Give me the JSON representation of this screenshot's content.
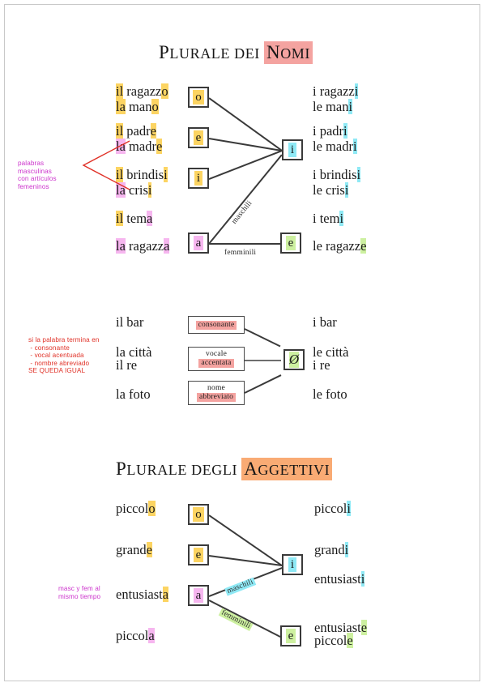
{
  "document": {
    "language": "Italian grammar worksheet with Spanish annotations"
  },
  "sections": [
    {
      "id": "nomi",
      "title": {
        "prefix": "Plurale dei ",
        "highlight": "Nomi",
        "highlight_color": "#f4a3a0"
      },
      "rows": [
        {
          "singular": [
            "il ragazzo",
            "la mano"
          ],
          "plural": [
            "i ragazzi",
            "le mani"
          ]
        },
        {
          "singular": [
            "il padre",
            "la madre"
          ],
          "plural": [
            "i padri",
            "le madri"
          ]
        },
        {
          "singular": [
            "il brindisi",
            "la crisi"
          ],
          "plural": [
            "i brindisi",
            "le crisi"
          ]
        },
        {
          "singular": [
            "il tema"
          ],
          "plural": [
            "i temi"
          ]
        },
        {
          "singular": [
            "la ragazza"
          ],
          "plural": [
            "le ragazze"
          ]
        }
      ],
      "source_boxes": [
        "o",
        "e",
        "i",
        "a"
      ],
      "target_boxes": [
        "i",
        "e"
      ],
      "connector_labels": [
        "maschili",
        "femminili"
      ],
      "annotation": "palabras\nmasculinas\ncon artículos\nfemeninos"
    },
    {
      "id": "invariabili",
      "rows": [
        {
          "singular": [
            "il bar"
          ],
          "plural": [
            "i bar"
          ]
        },
        {
          "singular": [
            "la città",
            "il re"
          ],
          "plural": [
            "le città",
            "i re"
          ]
        },
        {
          "singular": [
            "la foto"
          ],
          "plural": [
            "le foto"
          ]
        }
      ],
      "rule_boxes": [
        {
          "line1": "",
          "line2": "consonante",
          "highlight": "line2"
        },
        {
          "line1": "vocale",
          "line2": "accentata",
          "highlight": "line2"
        },
        {
          "line1": "nome",
          "line2": "abbreviato",
          "highlight": "line2"
        }
      ],
      "target_box": "Ø",
      "annotation": "si la palabra termina en\n - consonante\n - vocal acentuada\n - nombre abreviado\nSE QUEDA IGUAL"
    },
    {
      "id": "aggettivi",
      "title": {
        "prefix": "Plurale degli ",
        "highlight": "Aggettivi",
        "highlight_color": "#f9ab74"
      },
      "rows": [
        {
          "singular": [
            "piccolo"
          ],
          "plural": [
            "piccoli"
          ]
        },
        {
          "singular": [
            "grande"
          ],
          "plural": [
            "grandi"
          ]
        },
        {
          "singular": [
            "entusiasta"
          ],
          "plural": [
            "entusiasti"
          ]
        },
        {
          "singular": [
            "piccola"
          ],
          "plural": [
            "entusiaste",
            "piccole"
          ]
        }
      ],
      "source_boxes": [
        "o",
        "e",
        "a"
      ],
      "target_boxes": [
        "i",
        "e"
      ],
      "connector_labels": [
        "maschili",
        "femminili"
      ],
      "annotation": "masc y fem al\nmismo tiempo"
    }
  ],
  "words": {
    "il_ragazzo": {
      "a": "il",
      "b": " ragazz",
      "c": "o"
    },
    "la_mano": {
      "a": "la",
      "b": " man",
      "c": "o"
    },
    "i_ragazzi": {
      "b": "i ragazz",
      "c": "i"
    },
    "le_mani": {
      "b": "le man",
      "c": "i"
    },
    "il_padre": {
      "a": "il",
      "b": " padr",
      "c": "e"
    },
    "la_madre": {
      "a": "la",
      "b": " madr",
      "c": "e"
    },
    "i_padri": {
      "b": "i padr",
      "c": "i"
    },
    "le_madri": {
      "b": "le madr",
      "c": "i"
    },
    "il_brindisi": {
      "a": "il",
      "b": " brindis",
      "c": "i"
    },
    "la_crisi": {
      "a": "la",
      "b": " cris",
      "c": "i"
    },
    "i_brindisi": {
      "b": "i brindis",
      "c": "i"
    },
    "le_crisi": {
      "b": "le cris",
      "c": "i"
    },
    "il_tema": {
      "a": "il",
      "b": " tem",
      "c": "a"
    },
    "i_temi": {
      "b": "i tem",
      "c": "i"
    },
    "la_ragazza": {
      "a": "la",
      "b": " ragazz",
      "c": "a"
    },
    "le_ragazze": {
      "b": "le ragazz",
      "c": "e"
    },
    "il_bar": {
      "b": "il bar"
    },
    "i_bar": {
      "b": "i bar"
    },
    "la_citta": {
      "b": "la città"
    },
    "le_citta": {
      "b": "le città"
    },
    "il_re": {
      "b": "il re"
    },
    "i_re": {
      "b": "i re"
    },
    "la_foto": {
      "b": "la foto"
    },
    "le_foto": {
      "b": "le foto"
    },
    "piccolo": {
      "b": "piccol",
      "c": "o"
    },
    "piccoli": {
      "b": "piccol",
      "c": "i"
    },
    "grande": {
      "b": "grand",
      "c": "e"
    },
    "grandi": {
      "b": "grand",
      "c": "i"
    },
    "entusiasta": {
      "b": "entusiast",
      "c": "a"
    },
    "entusiasti": {
      "b": "entusiast",
      "c": "i"
    },
    "entusiaste": {
      "b": "entusiast",
      "c": "e"
    },
    "piccola": {
      "b": "piccol",
      "c": "a"
    },
    "piccole": {
      "b": "piccol",
      "c": "e"
    }
  },
  "labels": {
    "maschili": "maschili",
    "femminili": "femminili",
    "consonante": "consonante",
    "vocale": "vocale",
    "accentata": "accentata",
    "nome": "nome",
    "abbreviato": "abbreviato",
    "empty_set": "Ø",
    "letter_o": "o",
    "letter_e": "e",
    "letter_i": "i",
    "letter_a": "a"
  },
  "notes": {
    "masc_fem_articles": "palabras\nmasculinas\ncon artículos\nfemeninos",
    "invariable_rule": "si la palabra termina en\n - consonante\n - vocal acentuada\n - nombre abreviado\nSE QUEDA IGUAL",
    "masc_fem_same": "masc y fem al\nmismo tiempo"
  },
  "titles": {
    "nomi_prefix_1": "P",
    "nomi_prefix_2": "LURALE DEI ",
    "nomi_hl_1": "N",
    "nomi_hl_2": "OMI",
    "agg_prefix_1": "P",
    "agg_prefix_2": "LURALE DEGLI ",
    "agg_hl_1": "A",
    "agg_hl_2": "GGETTIVI"
  },
  "colors": {
    "yellow": "#fcd462",
    "pink": "#f6b6ef",
    "cyan": "#8fe9f5",
    "green": "#cdf0a0",
    "salmon": "#f4a3a0",
    "orange": "#f9ab74",
    "note_magenta": "#cc33cc",
    "note_red": "#e03127",
    "box_border": "#3a3a3a"
  }
}
